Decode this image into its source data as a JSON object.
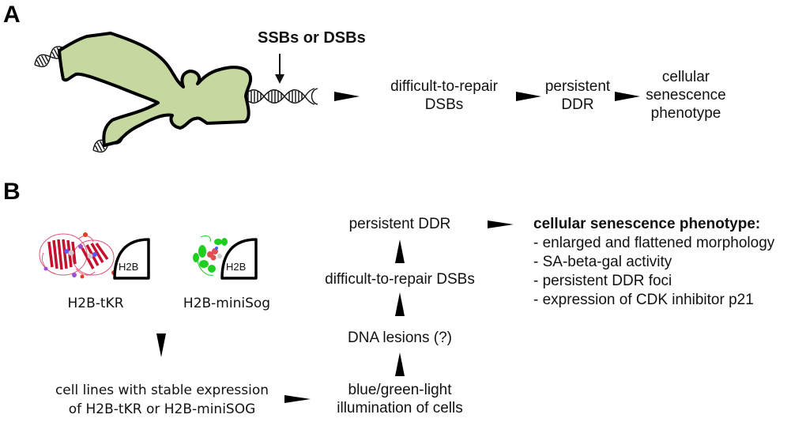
{
  "panel_a": {
    "label": "A",
    "annotation": "SSBs or DSBs",
    "flow": [
      {
        "lines": [
          "difficult-to-repair",
          "DSBs"
        ]
      },
      {
        "lines": [
          "persistent",
          "DDR"
        ]
      },
      {
        "lines": [
          "cellular",
          "senescence",
          "phenotype"
        ]
      }
    ],
    "colors": {
      "protein_fill": "#c4d89f",
      "outline": "#000000"
    }
  },
  "panel_b": {
    "label": "B",
    "constructs": [
      {
        "name": "H2B-tKR",
        "tag": "H2B",
        "protein_color": "#d4143c"
      },
      {
        "name": "H2B-miniSog",
        "tag": "H2B",
        "protein_color": "#22cc22"
      }
    ],
    "cell_lines": [
      "cell lines with stable expression",
      "of H2B-tKR or H2B-miniSOG"
    ],
    "illumination": [
      "blue/green-light",
      "illumination of cells"
    ],
    "lesions": "DNA lesions (?)",
    "dsbs": "difficult-to-repair DSBs",
    "ddr": "persistent DDR",
    "phenotype": {
      "title": "cellular senescence phenotype:",
      "items": [
        "- enlarged and flattened morphology",
        "- SA-beta-gal activity",
        "- persistent DDR foci",
        "- expression of CDK inhibitor p21"
      ]
    }
  }
}
